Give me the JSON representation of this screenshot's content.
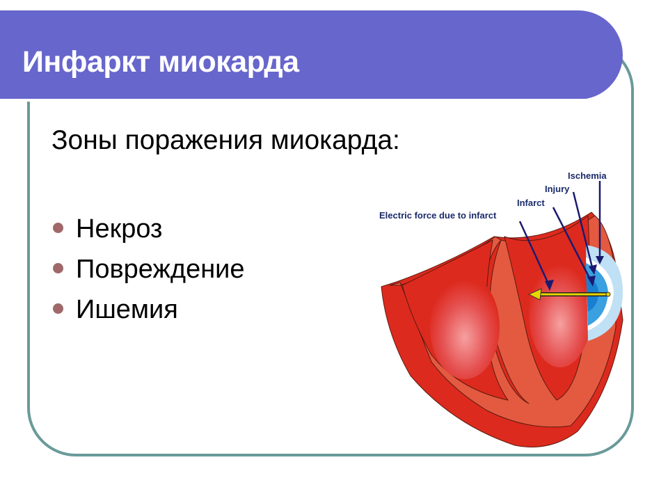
{
  "slide": {
    "title": "Инфаркт миокарда",
    "subtitle": "Зоны поражения миокарда:",
    "bullets": [
      {
        "label": "Некроз"
      },
      {
        "label": "Повреждение"
      },
      {
        "label": "Ишемия"
      }
    ]
  },
  "diagram": {
    "labels": {
      "ischemia": "Ischemia",
      "injury": "Injury",
      "infarct": "Infarct",
      "electric_force": "Electric force due to infarct"
    }
  },
  "colors": {
    "title_bar": "#6766cc",
    "frame": "#6a9a9a",
    "bullet": "#a06868",
    "label": "#1a2a6a",
    "myocardium_dark": "#dd2a1e",
    "myocardium_light": "#e35a40",
    "arrow": "#e8d800"
  }
}
